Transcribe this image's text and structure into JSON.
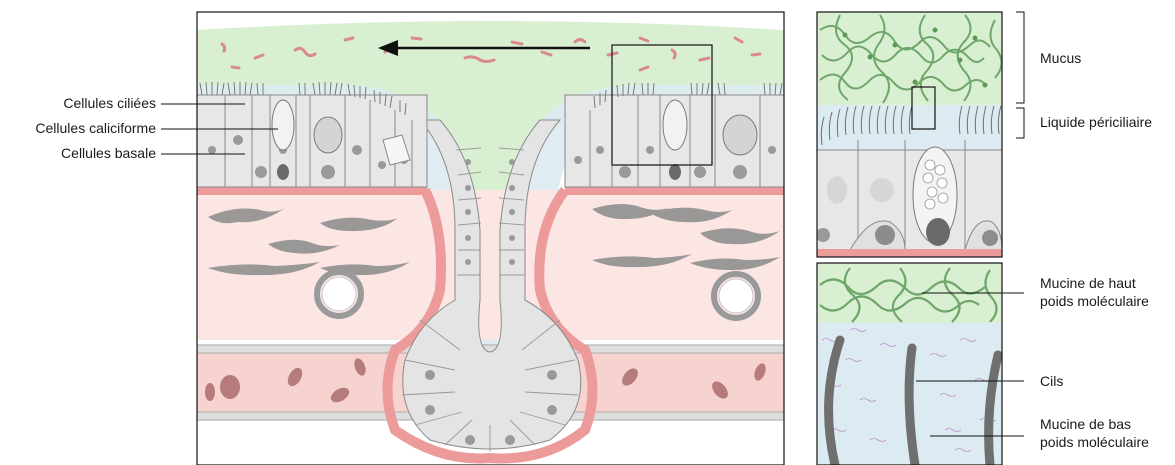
{
  "left_labels": {
    "ciliated": "Cellules ciliées",
    "goblet": "Cellules caliciforme",
    "basal": "Cellules basale"
  },
  "right_labels": {
    "mucus": "Mucus",
    "periciliary": "Liquide périciliaire",
    "high_mw_line1": "Mucine de haut",
    "high_mw_line2": "poids moléculaire",
    "cilia": "Cils",
    "low_mw_line1": "Mucine de bas",
    "low_mw_line2": "poids moléculaire"
  },
  "colors": {
    "mucus": "#d9efd2",
    "periciliary": "#dcebf1",
    "basement": "#ec9a9a",
    "lamina": "#fbe6e4",
    "cell_fill": "#e7e7e7",
    "cell_stroke": "#8a8a8a",
    "mucin_strand": "#6fa66a",
    "cilia_dark": "#6f6f6f",
    "low_mw_mucin": "#b77bc2"
  }
}
